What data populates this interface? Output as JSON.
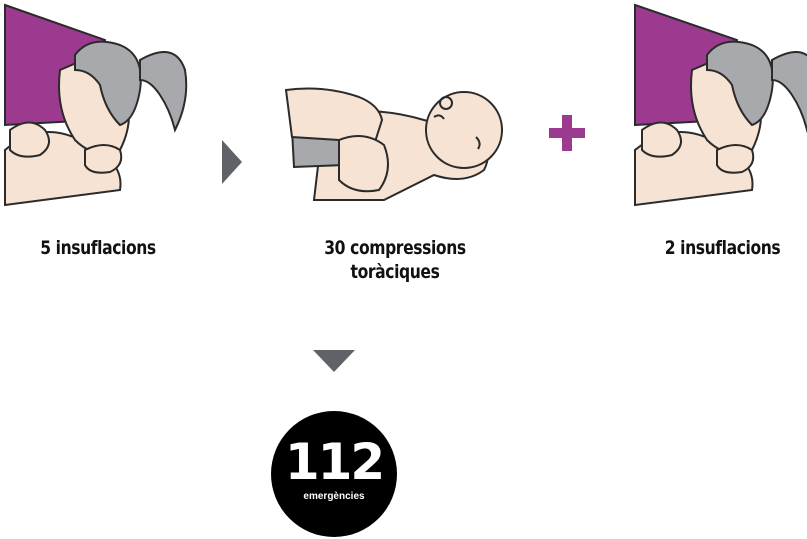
{
  "steps": [
    {
      "label": "5 insuflacions"
    },
    {
      "label_line1": "30 compressions",
      "label_line2": "toràciques"
    },
    {
      "label": "2 insuflacions"
    }
  ],
  "emergency": {
    "number": "112",
    "subtitle": "emergències"
  },
  "icons": [
    "rescue-breath-illustration",
    "infant-chest-compression-illustration",
    "arrow-right-icon",
    "plus-icon",
    "arrow-down-icon",
    "emergency-112-badge"
  ],
  "colors": {
    "accent": "#9B3A8E",
    "arrow": "#5F6368",
    "badge": "#000000",
    "text": "#111111",
    "skin": "#F6E3D3",
    "hair": "#A7A9AD"
  }
}
